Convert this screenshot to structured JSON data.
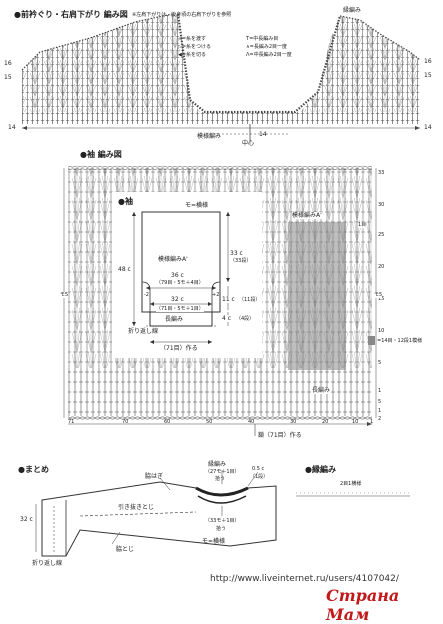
{
  "top": {
    "title": "前衿ぐり・右肩下がり 編み図",
    "note": "※左肩下がりは、後身頃の右肩下がりを参照",
    "edge_label": "縁編み",
    "legend": [
      {
        "symbol": "◁",
        "text": "=糸を渡す"
      },
      {
        "symbol": "▷",
        "text": "=糸をつける"
      },
      {
        "symbol": "◀",
        "text": "=糸を切る"
      },
      {
        "symbol": "T",
        "text": "=中長編み目"
      },
      {
        "symbol": "∧",
        "text": "=長編み2目一度"
      },
      {
        "symbol": "Λ",
        "text": "=中長編み2目一度"
      }
    ],
    "rows_left": [
      "16",
      "15"
    ],
    "rows_right": [
      "16",
      "15"
    ],
    "row_bottom_left": "14",
    "row_bottom_right": "14",
    "pattern_label": "模様編み",
    "row_mid": "14",
    "center_label": "中心"
  },
  "sleeve_chart": {
    "title": "袖 編み図",
    "rows_right": [
      "33",
      "30",
      "25",
      "20",
      "15",
      "10",
      "5",
      "1"
    ],
    "pattern_a_label": "模様編みA'",
    "chain_right": "1目",
    "mo_left": "モ5",
    "mo_right": "モ5",
    "legend_shaded": "=14目・12段1模様",
    "long_stitch": "長編み",
    "bottom_ticks": [
      "71",
      "70",
      "60",
      "50",
      "40",
      "30",
      "20",
      "10",
      "1"
    ],
    "chain_label": "鎖（71目）作る",
    "bottom_rows": [
      "5",
      "1",
      "2"
    ]
  },
  "sleeve_diagram": {
    "title": "袖",
    "top_label": "モ=横様",
    "pattern_label": "模様編みA'",
    "width_36": "36 c",
    "width_36_sub": "（79目・5モ＋4目）",
    "width_32": "32 c",
    "width_32_sub": "（71目・5モ＋1目）",
    "long_stitch": "長編み",
    "height_48": "48 c",
    "height_33": "33 c",
    "height_33_sub": "（33段）",
    "height_11": "11 c",
    "height_11_sub": "（11段）",
    "height_4": "4 c",
    "height_4_sub": "（4段）",
    "fold_line": "折り返し線",
    "chain_make": "（71目）作る",
    "minus": "-2",
    "plus": "+2"
  },
  "assembly": {
    "title": "まとめ",
    "label_seam": "脇はぎ",
    "label_pull": "引き抜きとじ",
    "label_side": "脇とじ",
    "label_fold": "折り返し線",
    "cuff_size": "32 c",
    "edge": "縁編み",
    "edge_sub": "（27モ＋1目）",
    "pickup": "拾う",
    "size_05": "0.5 c",
    "row_1": "（1段）",
    "pickup2": "（33モ＋1目）",
    "pickup2_sub": "拾う",
    "mo_note": "モ=横様"
  },
  "edge_pattern": {
    "title": "縁編み",
    "subtitle": "2目1横様"
  },
  "watermark": {
    "url": "http://www.liveinternet.ru/users/4107042/",
    "brand": "Страна Мам"
  }
}
